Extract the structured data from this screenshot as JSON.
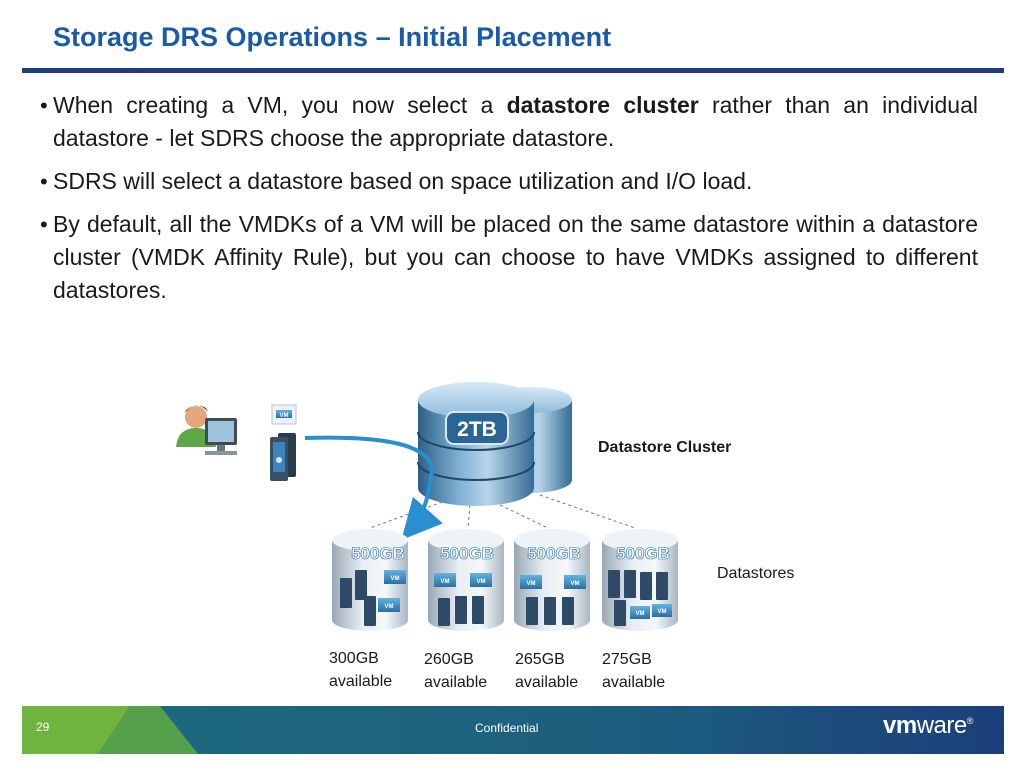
{
  "slide": {
    "title": "Storage DRS Operations – Initial Placement",
    "bullets": [
      {
        "pre": "When creating a VM, you now select a ",
        "bold": "datastore cluster",
        "post": " rather than an individual datastore - let SDRS choose the appropriate datastore."
      },
      {
        "text": "SDRS will select a datastore based on space utilization and I/O load."
      },
      {
        "text": "By default, all the VMDKs of a VM will be placed on the same datastore within a datastore cluster (VMDK Affinity Rule), but you can choose to have VMDKs assigned to different datastores."
      }
    ]
  },
  "diagram": {
    "cluster": {
      "capacity": "2TB",
      "label": "Datastore Cluster"
    },
    "vm_badge": "VM",
    "datastores_label": "Datastores",
    "datastores": [
      {
        "size": "500GB",
        "available_amount": "300GB",
        "available_word": "available"
      },
      {
        "size": "500GB",
        "available_amount": "260GB",
        "available_word": "available"
      },
      {
        "size": "500GB",
        "available_amount": "265GB",
        "available_word": "available"
      },
      {
        "size": "500GB",
        "available_amount": "275GB",
        "available_word": "available"
      }
    ]
  },
  "footer": {
    "page_number": "29",
    "confidential": "Confidential",
    "logo_vm": "vm",
    "logo_ware": "ware",
    "logo_mark": "®"
  },
  "colors": {
    "title": "#1b5aa6",
    "rule": "#1c3f7a",
    "footer_teal": "#1d6b7e",
    "footer_navy": "#1c3f7a",
    "footer_green": "#6fb43f",
    "arrow": "#2a8fd0"
  }
}
